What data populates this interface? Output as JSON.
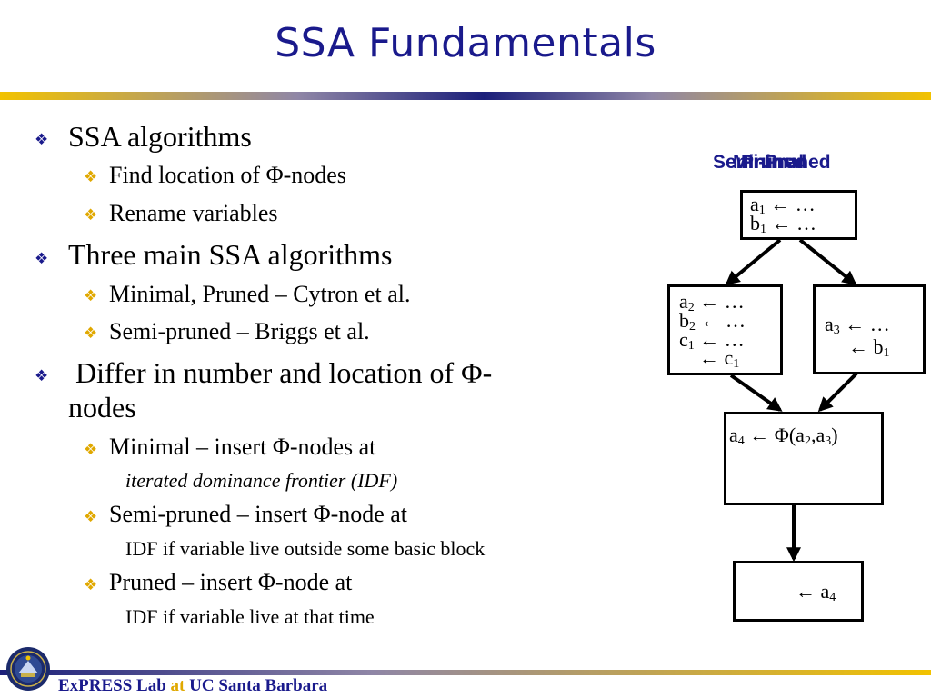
{
  "slide": {
    "title": "SSA Fundamentals"
  },
  "bullets": {
    "b1": "SSA algorithms",
    "b1_1": "Find location of Φ-nodes",
    "b1_2": "Rename variables",
    "b2": "Three main SSA algorithms",
    "b2_1": "Minimal, Pruned – Cytron et al.",
    "b2_2": "Semi-pruned – Briggs et al.",
    "b3_line1": " Differ in number and location of Φ-",
    "b3_line2": "nodes",
    "b3_1": "Minimal – insert Φ-nodes at",
    "b3_1_detail": "iterated dominance frontier (IDF)",
    "b3_2": "Semi-pruned – insert Φ-node at",
    "b3_2_detail": "IDF if variable live outside some basic block",
    "b3_3": "Pruned – insert Φ-node at",
    "b3_3_detail": "IDF if variable live at that time"
  },
  "diagram": {
    "labels": [
      "Semi-Pruned",
      "Minimal",
      "Pruned"
    ],
    "block1": {
      "a": "a",
      "a_sub": "1",
      "b": "b",
      "b_sub": "1",
      "rhs": " ← …"
    },
    "block2": {
      "a": "a",
      "a_sub": "2",
      "b": "b",
      "b_sub": "2",
      "c": "c",
      "c_sub": "1",
      "rhs": " ← …",
      "use": "← c",
      "use_sub": "1"
    },
    "block3": {
      "a": "a",
      "a_sub": "3",
      "rhs": " ← …",
      "use": "← b",
      "use_sub": "1"
    },
    "block4": {
      "lhs": "a",
      "lhs_sub": "4",
      "eq": " ← Φ(a",
      "s1": "2",
      "comma": ",a",
      "s2": "3",
      "close": ")"
    },
    "block5": {
      "use": "← a",
      "use_sub": "4"
    }
  },
  "footer": {
    "lab": "ExPRESS Lab ",
    "at": "at",
    "uni": " UC Santa Barbara",
    "logo_icon": "university-seal-icon"
  },
  "colors": {
    "title": "#1a1a8c",
    "accent_gold": "#f2c200",
    "bullet_sub": "#e0a800"
  }
}
